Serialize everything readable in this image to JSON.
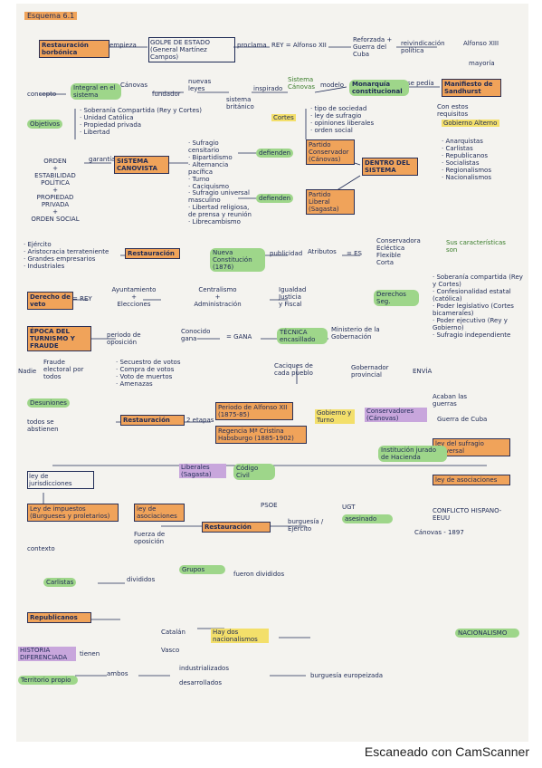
{
  "title": "Esquema 6.1",
  "footer": "Escaneado con CamScanner",
  "colors": {
    "orange": "#f0a35a",
    "green": "#9ed68a",
    "purple": "#c8a6dc",
    "yellow": "#f3df6a",
    "ink": "#1e2a55"
  },
  "nodes": {
    "restauracion_borbonica": "Restauración borbónica",
    "empieza": "empieza",
    "golpe_estado": "GOLPE DE ESTADO (General Martínez Campos)",
    "proclama": "proclama",
    "rey_alfonso": "REY = Alfonso XII",
    "reforzada": "Reforzada + Guerra del Cuba",
    "reivindicacion": "reivindicación política",
    "alfonso_xiii": "Alfonso XIII",
    "mayoria": "mayoría",
    "manifiesto": "Manifiesto de Sandhurst",
    "monarquia": "Monarquía constitucional",
    "se_pedia": "se pedía",
    "modelo": "modelo",
    "sistema_canovas": "Sistema Cánovas",
    "inspirado": "inspirado",
    "sistema_britanico": "sistema británico",
    "nuevo_leyes": "nuevas leyes",
    "integral": "Integral en el sistema",
    "canovas": "Cánovas",
    "fundador": "fundador",
    "concepto": "concepto",
    "objetivos": "Objetivos",
    "obj_items": "· Soberanía Compartida (Rey y Cortes)\n· Unidad Católica\n· Propiedad privada\n· Libertad",
    "cortes": "Cortes",
    "cortes_list": "· tipo de sociedad\n· ley de sufragio\n· opiniones liberales\n· orden social",
    "con_estos": "Con estos requisitos",
    "gobierno_alterno": "Gobierno Alterno",
    "orden": "ORDEN\n+\nESTABILIDAD POLÍTICA\n+\nPROPIEDAD PRIVADA\n+\nORDEN SOCIAL",
    "garantia": "garantía",
    "sistema_canovista": "SISTEMA CANOVISTA",
    "sc_list": "· Sufragio censitario\n· Bipartidismo\n· Alternancia pacífica\n· Turno\n· Caciquismo",
    "defienden1": "defienden",
    "defienden2": "defienden",
    "partido_conservador": "Partido Conservador (Cánovas)",
    "partido_liberal": "Partido Liberal (Sagasta)",
    "dentro_sistema": "DENTRO DEL SISTEMA",
    "fuera_list": "· Anarquistas\n· Carlistas\n· Republicanos\n· Socialistas\n· Regionalismos\n· Nacionalismos",
    "sufragio_list": "· Sufragio universal masculino\n· Libertad religiosa, de prensa y reunión\n· Librecambismo",
    "ejercito": "· Ejército\n· Aristocracia terrateniente\n· Grandes empresarios\n· Industriales",
    "restauracion2": "Restauración",
    "nueva_constitucion": "Nueva Constitución (1876)",
    "publicidad": "publicidad",
    "atributos": "Atributos",
    "es": "= ES",
    "conservadora": "Conservadora\nEcléctica\nFlexible\nCorta",
    "sus_caracteristicas": "Sus características son",
    "caract_list": "· Soberanía compartida (Rey y Cortes)\n· Confesionalidad estatal (católica)\n· Poder legislativo (Cortes bicamerales)\n· Poder ejecutivo (Rey y Gobierno)\n· Sufragio independiente",
    "derecho_veto": "Derecho de veto",
    "rey_veto": "= REY",
    "ayuntamiento": "Ayuntamiento\n+\nElecciones",
    "centralismo": "Centralismo\n+\nAdministración",
    "igualdad": "Igualdad\nJusticia\ny Fiscal",
    "derechos": "Derechos Seg.",
    "epoca_turnismo": "ÉPOCA DEL TURNISMO Y FRAUDE",
    "periodo_oposicion": "periodo de oposición",
    "conocido_gana": "Conocido gana",
    "gana": "= GANA",
    "tecnica": "TÉCNICA encasillado",
    "ministerio": "Ministerio de la Gobernación",
    "envia": "ENVÍA",
    "gobernador": "Gobernador provincial",
    "caciques": "Caciques de cada pueblo",
    "fraude": "Fraude electoral por todos",
    "fraude_list": "· Secuestro de votos\n· Compra de votos\n· Voto de muertos\n· Amenazas",
    "nadie": "Nadie",
    "desuniones": "Desuniones",
    "todos_abstencion": "todos se abstienen",
    "restauracion3": "Restauración",
    "etapas": "2 etapas",
    "periodo_alfonso": "Periodo de Alfonso XII (1875-85)",
    "regencia": "Regencia Mª Cristina Habsburgo (1885-1902)",
    "gobierno_turno": "Gobierno y Turno",
    "conservadores": "Conservadores (Cánovas)",
    "acaban": "Acaban las guerras",
    "guerra_cuba": "Guerra de Cuba",
    "ley_sufragio_univ": "ley del sufragio universal",
    "ley_jurisdicciones": "ley de jurisdicciones",
    "ley_asociaciones": "ley de asociaciones",
    "liberales": "Liberales (Sagasta)",
    "codigo_civil": "Código Civil",
    "institucion": "Institución jurado de Hacienda",
    "ley_impuestos": "Ley de impuestos (Burgueses y proletarios)",
    "ley_asoc2": "ley de asociaciones",
    "psoe": "PSOE",
    "ugt": "UGT",
    "conflicto": "CONFLICTO HISPANO-EEUU",
    "contexto": "contexto",
    "fuerza_oposicion": "Fuerza de oposición",
    "restauracion4": "Restauración",
    "burguesia": "burguesía / Ejército",
    "asesinado": "asesinado",
    "canovas_1897": "Cánovas - 1897",
    "carlistas": "Carlistas",
    "republicanos": "Republicanos",
    "divididos": "divididos",
    "fueron_divididos": "fueron divididos",
    "grupos": "Grupos",
    "nacionalismo": "NACIONALISMO",
    "vasco": "Vasco",
    "catalan": "Catalán",
    "hay_dos": "Hay dos nacionalismos",
    "historia": "HISTORIA DIFERENCIADA",
    "tienen": "tienen",
    "ambos": "ambos",
    "industrializados": "industrializados",
    "desarrollados": "desarrollados",
    "burguesia_europeizada": "burguesía europeizada",
    "territorio": "Territorio propio"
  }
}
